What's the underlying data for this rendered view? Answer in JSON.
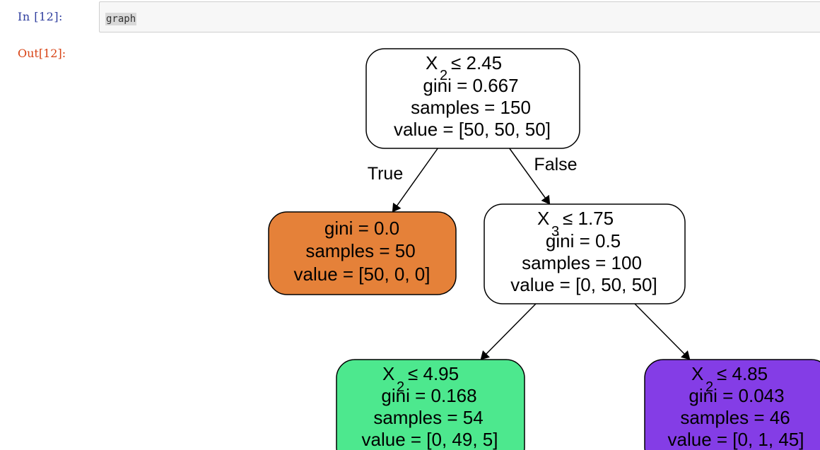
{
  "cell": {
    "in_prompt": "In  [12]:",
    "out_prompt": "Out[12]:",
    "code": "graph"
  },
  "tree": {
    "edges_labels": {
      "true_label": "True",
      "false_label": "False"
    },
    "nodes": [
      {
        "id": "root",
        "feature": "X",
        "subscript": "2",
        "threshold_text": "≤ 2.45",
        "gini": "gini = 0.667",
        "samples": "samples = 150",
        "value": "value = [50, 50, 50]",
        "fill": "#ffffff"
      },
      {
        "id": "left-leaf",
        "gini": "gini = 0.0",
        "samples": "samples = 50",
        "value": "value = [50, 0, 0]",
        "fill": "#e58139"
      },
      {
        "id": "right",
        "feature": "X",
        "subscript": "3",
        "threshold_text": "≤ 1.75",
        "gini": "gini = 0.5",
        "samples": "samples = 100",
        "value": "value = [0, 50, 50]",
        "fill": "#ffffff"
      },
      {
        "id": "right-left",
        "feature": "X",
        "subscript": "2",
        "threshold_text": "≤ 4.95",
        "gini": "gini = 0.168",
        "samples": "samples = 54",
        "value": "value = [0, 49, 5]",
        "fill": "#4de88e"
      },
      {
        "id": "right-right",
        "feature": "X",
        "subscript": "2",
        "threshold_text": "≤ 4.85",
        "gini": "gini = 0.043",
        "samples": "samples = 46",
        "value": "value = [0, 1, 45]",
        "fill": "#843de6"
      }
    ]
  }
}
